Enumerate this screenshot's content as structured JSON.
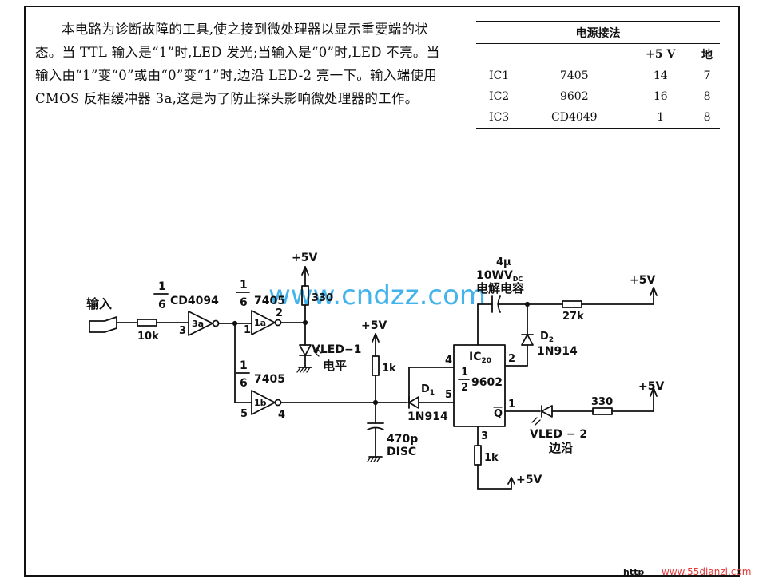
{
  "description": "本电路为诊断故障的工具,使之接到微处理器以显示重要端的状态。当 TTL 输入是“1”时,LED 发光;当输入是“0”时,LED 不亮。当输入由“1”变“0”或由“0”变“1”时,边沿 LED-2 亮一下。输入端使用 CMOS 反相缓冲器 3a,这是为了防止探头影响微处理器的工作。",
  "power_table": {
    "caption": "电源接法",
    "headers": [
      "",
      "",
      "+5 V",
      "地"
    ],
    "rows": [
      [
        "IC1",
        "7405",
        "14",
        "7"
      ],
      [
        "IC2",
        "9602",
        "16",
        "8"
      ],
      [
        "IC3",
        "CD4049",
        "1",
        "8"
      ]
    ]
  },
  "schematic": {
    "input_label": "输入",
    "res_10k": "10k",
    "frac_num": "1",
    "frac_den": "6",
    "cd4094": "CD4094",
    "pin3": "3",
    "gate3a": "3a",
    "chip_7405_top": "7405",
    "pin1": "1",
    "gate1a": "1a",
    "pin2": "2",
    "vcc_top": "+5V",
    "res_330_top": "330",
    "vled1": "VLED−1",
    "dianping": "电平",
    "chip_7405_mid": "7405",
    "pin5": "5",
    "gate1b": "1b",
    "pin4": "4",
    "vcc_mid": "+5V",
    "res_1k_mid": "1k",
    "cap_470p": "470p",
    "disc": "DISC",
    "d1": "D",
    "d1_sub": "1",
    "d1_type": "1N914",
    "ic_label": "IC",
    "ic_sub": "20",
    "ic_part": "9602",
    "ic_pin4": "4",
    "ic_pin5": "5",
    "ic_pin2": "2",
    "ic_pin1": "1",
    "ic_pin3": "3",
    "ic_q": "Q",
    "cap_val": "4μ",
    "cap_volt": "10WV",
    "cap_dc": "DC",
    "cap_name": "电解电容",
    "vcc_right_top": "+5V",
    "res_27k": "27k",
    "d2": "D",
    "d2_sub": "2",
    "d2_type": "1N914",
    "vcc_right_mid": "+5V",
    "res_330_right": "330",
    "vled2": "VLED − 2",
    "bianyan": "边沿",
    "res_1k_bottom": "1k",
    "vcc_bottom": "+5V"
  },
  "watermarks": {
    "center": "www.cndzz.com",
    "corner": "www.55dianzi.com",
    "corner_left": "http"
  }
}
